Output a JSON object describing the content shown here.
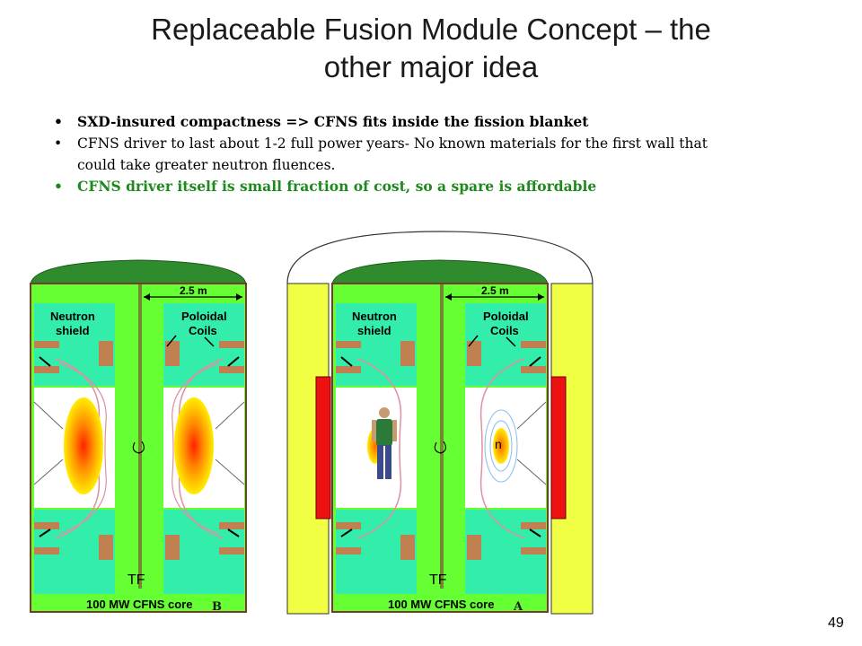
{
  "slide": {
    "title_line1": "Replaceable Fusion Module Concept – the",
    "title_line2": "other major idea",
    "page_number": "49"
  },
  "bullets": [
    "SXD-insured compactness => CFNS  fits inside the fission blanket",
    "CFNS driver to last about 1-2 full power years- No known materials for the first wall that",
    "could take greater neutron fluences.",
    "CFNS driver itself is small fraction of cost, so a spare is affordable"
  ],
  "diagram": {
    "dimension": "2.5 m",
    "neutron_shield_1": "Neutron",
    "neutron_shield_2": "shield",
    "poloidal_coils_1": "Poloidal",
    "poloidal_coils_2": "Coils",
    "tf": "TF",
    "core_label": "100 MW CFNS core",
    "label_left": "B",
    "label_right": "A",
    "neutron": "n",
    "colors": {
      "green": "#66ff33",
      "cyan": "#33eeaa",
      "yellow": "#f0ff44",
      "red": "#ee1111",
      "dark_green": "#2e8b2e"
    }
  }
}
